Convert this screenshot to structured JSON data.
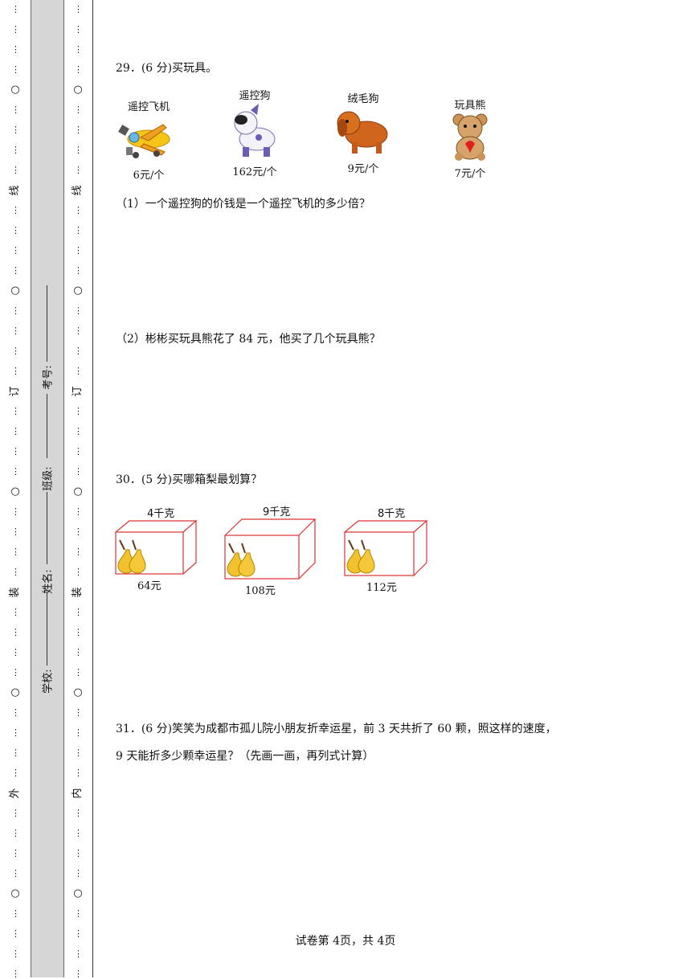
{
  "margin": {
    "outer_chars": [
      "线",
      "订",
      "装",
      "外"
    ],
    "inner_chars": [
      "线",
      "订",
      "装",
      "内"
    ],
    "circle_glyph": "○",
    "dots_glyph": "…",
    "fields": {
      "exam_no": "考号:",
      "class": "班级:",
      "name": "姓名:",
      "school": "学校:"
    }
  },
  "q29": {
    "title": "29．(6 分)买玩具。",
    "toys": [
      {
        "name": "遥控飞机",
        "price": "6元/个",
        "icon": "toy-airplane"
      },
      {
        "name": "遥控狗",
        "price": "162元/个",
        "icon": "robot-dog"
      },
      {
        "name": "绒毛狗",
        "price": "9元/个",
        "icon": "plush-dog"
      },
      {
        "name": "玩具熊",
        "price": "7元/个",
        "icon": "teddy-bear"
      }
    ],
    "sub1": "（1）一个遥控狗的价钱是一个遥控飞机的多少倍？",
    "sub2": "（2）彬彬买玩具熊花了 84 元，他买了几个玩具熊？"
  },
  "q30": {
    "title": "30．(5 分)买哪箱梨最划算？",
    "boxes": [
      {
        "weight": "4千克",
        "price": "64元",
        "icon": "pear"
      },
      {
        "weight": "9千克",
        "price": "108元",
        "icon": "pear"
      },
      {
        "weight": "8千克",
        "price": "112元",
        "icon": "pear"
      }
    ]
  },
  "q31": {
    "line1": "31．(6 分)笑笑为成都市孤儿院小朋友折幸运星，前 3 天共折了 60 颗，照这样的速度，",
    "line2": "9 天能折多少颗幸运星？（先画一画，再列式计算）"
  },
  "footer": "试卷第 4页，共 4页"
}
